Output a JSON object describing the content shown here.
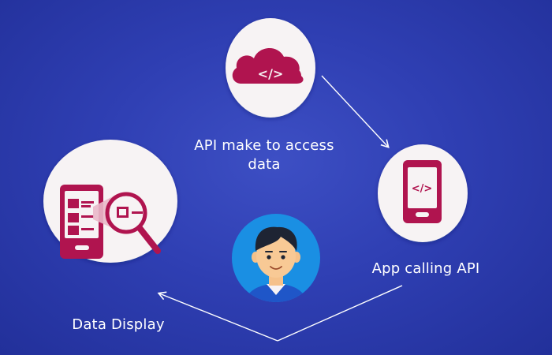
{
  "diagram": {
    "nodes": {
      "api": {
        "label": "API make to access data",
        "line1": "API make to access",
        "line2": "data",
        "icon": "cloud-code-icon"
      },
      "app": {
        "label": "App calling API",
        "icon": "phone-code-icon"
      },
      "display": {
        "label": "Data Display",
        "icon": "phone-magnifier-icon"
      },
      "user": {
        "icon": "user-avatar-icon"
      }
    },
    "code_glyph": "</>",
    "colors": {
      "background": "#2f3fb3",
      "circle": "#f7f3f4",
      "accent": "#b0144f",
      "avatar_bg": "#1a8fe3",
      "arrow": "#ffffff"
    }
  }
}
